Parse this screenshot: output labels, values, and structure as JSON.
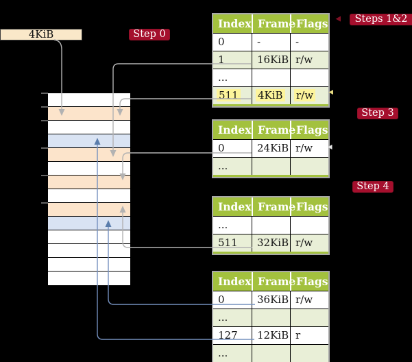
{
  "physical_box": {
    "label": "4KiB"
  },
  "badges": {
    "step0": "Step 0",
    "steps12": "Steps 1&2",
    "step3": "Step 3",
    "step4": "Step 4"
  },
  "memory_column": {
    "rows": [
      "white",
      "orange",
      "white",
      "blue",
      "orange",
      "white",
      "orange",
      "white",
      "orange",
      "blue",
      "white",
      "white",
      "white",
      "white"
    ]
  },
  "tables": [
    {
      "name": "page-table-steps-1-2",
      "headers": [
        "Index",
        "Frame",
        "Flags"
      ],
      "rows": [
        {
          "cells": [
            "0",
            "-",
            "-"
          ],
          "shade": "white",
          "highlight": false
        },
        {
          "cells": [
            "1",
            "16KiB",
            "r/w"
          ],
          "shade": "green",
          "highlight": false
        },
        {
          "cells": [
            "...",
            "",
            ""
          ],
          "shade": "white",
          "highlight": false
        },
        {
          "cells": [
            "511",
            "4KiB",
            "r/w"
          ],
          "shade": "green",
          "highlight": true
        }
      ]
    },
    {
      "name": "page-table-step-3",
      "headers": [
        "Index",
        "Frame",
        "Flags"
      ],
      "rows": [
        {
          "cells": [
            "0",
            "24KiB",
            "r/w"
          ],
          "shade": "white",
          "highlight": false
        },
        {
          "cells": [
            "...",
            "",
            ""
          ],
          "shade": "green",
          "highlight": false
        }
      ]
    },
    {
      "name": "page-table-step-4",
      "headers": [
        "Index",
        "Frame",
        "Flags"
      ],
      "rows": [
        {
          "cells": [
            "...",
            "",
            ""
          ],
          "shade": "white",
          "highlight": false
        },
        {
          "cells": [
            "511",
            "32KiB",
            "r/w"
          ],
          "shade": "green",
          "highlight": false
        }
      ]
    },
    {
      "name": "page-table-bottom",
      "headers": [
        "Index",
        "Frame",
        "Flags"
      ],
      "rows": [
        {
          "cells": [
            "0",
            "36KiB",
            "r/w"
          ],
          "shade": "white",
          "highlight": false
        },
        {
          "cells": [
            "...",
            "",
            ""
          ],
          "shade": "green",
          "highlight": false
        },
        {
          "cells": [
            "127",
            "12KiB",
            "r"
          ],
          "shade": "white",
          "highlight": false
        },
        {
          "cells": [
            "...",
            "",
            ""
          ],
          "shade": "green",
          "highlight": false
        }
      ]
    }
  ],
  "colors": {
    "background_black": "#000000",
    "header_green": "#a3c13e",
    "row_green": "#e9efd7",
    "row_orange": "#fce4cb",
    "row_blue": "#d9e3f3",
    "badge_red": "#a50f2d",
    "highlight_yellow": "#fdf49b",
    "box_cream": "#fae8c9",
    "line_gray": "#b2b2b2",
    "line_blue": "#7490be",
    "line_blue_dark": "#5a7dac",
    "tick_gray": "#858585"
  }
}
